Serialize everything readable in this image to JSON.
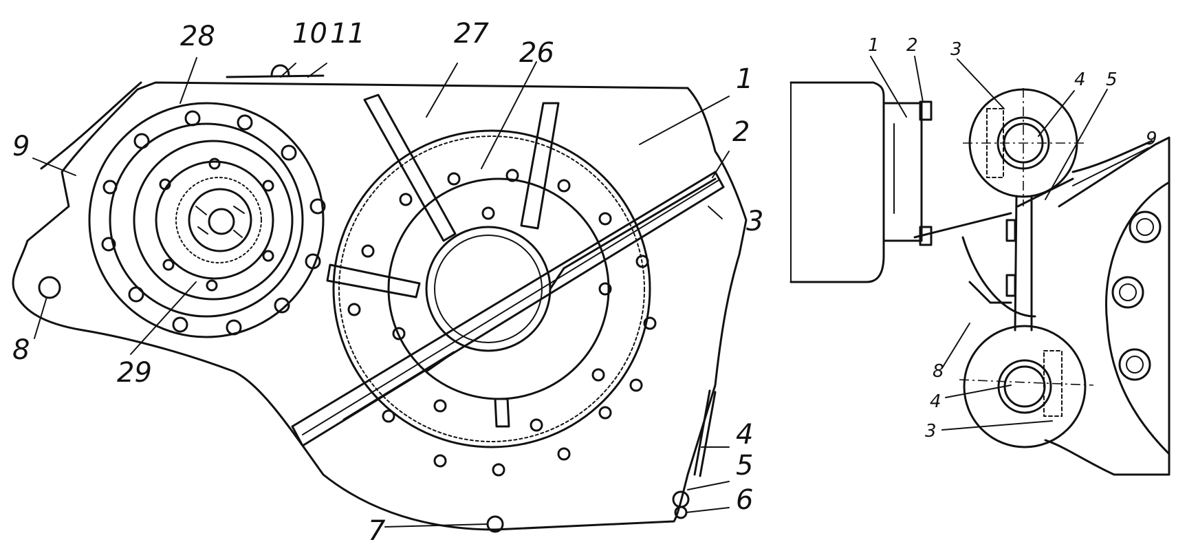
{
  "left_view": {
    "callouts": [
      "1",
      "2",
      "3",
      "4",
      "5",
      "6",
      "7",
      "8",
      "9",
      "10",
      "11",
      "26",
      "27",
      "28",
      "29"
    ]
  },
  "right_view": {
    "callouts": [
      "1",
      "2",
      "3",
      "4",
      "5",
      "9",
      "8",
      "4",
      "3"
    ]
  }
}
